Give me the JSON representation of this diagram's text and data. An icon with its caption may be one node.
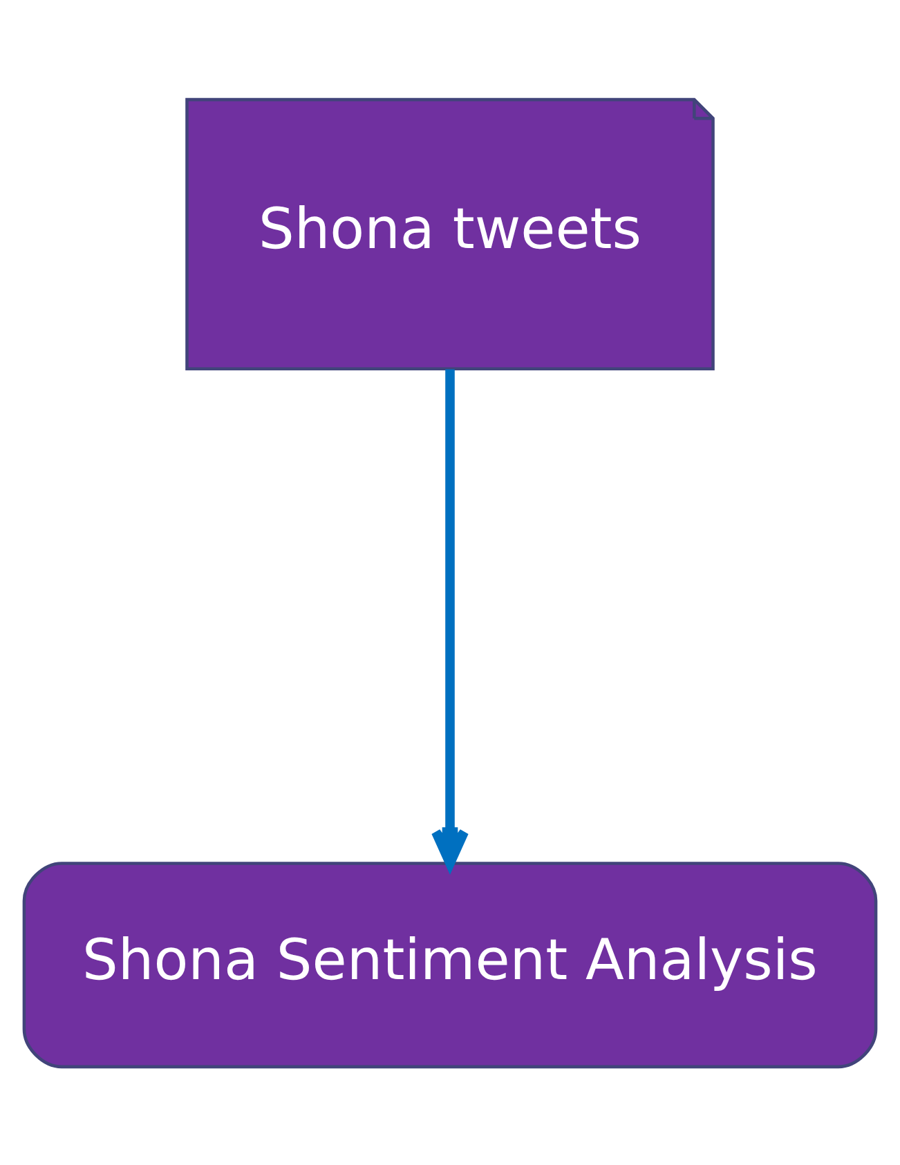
{
  "diagram": {
    "nodes": [
      {
        "text": [
          "Shona tweets"
        ]
      },
      {
        "text": [
          "Shona Sentiment Analysis"
        ]
      }
    ],
    "edges": [
      {
        "from": 0,
        "to": 1,
        "arrow": "to"
      }
    ]
  }
}
